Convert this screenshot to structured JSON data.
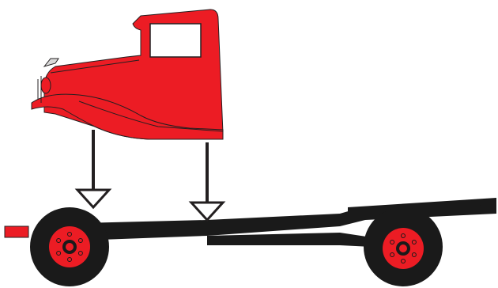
{
  "illustration": {
    "colors": {
      "cab_body": "#ec1c24",
      "chassis": "#1a1a1a",
      "wheel_rim": "#ec1c24",
      "arrow": "#231f20",
      "arrow_fill": "#ffffff",
      "outline": "#231f20"
    },
    "parts": [
      "truck-cab",
      "chassis-frame",
      "front-wheel",
      "rear-wheel",
      "mounting-arrow-front",
      "mounting-arrow-rear"
    ]
  }
}
